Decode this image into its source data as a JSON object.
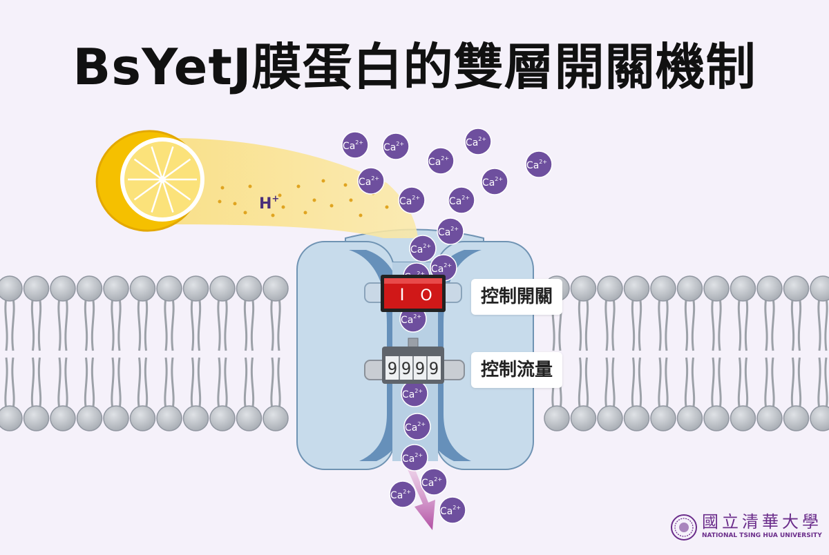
{
  "title": "BsYetJ膜蛋白的雙層開關機制",
  "proton": {
    "symbol": "H",
    "charge": "+"
  },
  "calcium": {
    "symbol": "Ca",
    "charge": "2+"
  },
  "switch": {
    "on": "I",
    "off": "O",
    "label": "控制開關"
  },
  "counter": {
    "digits": [
      "9",
      "9",
      "9",
      "9"
    ],
    "label": "控制流量"
  },
  "logo": {
    "name": "國立清華大學",
    "sub": "NATIONAL TSING HUA UNIVERSITY",
    "icon": "university-seal-icon"
  },
  "colors": {
    "background": "#f5f1fa",
    "lemon": "#f6c400",
    "lemon_flesh": "#fbe27a",
    "beam": "#f9e08a",
    "ion": "#6e4f9e",
    "protein_light": "#c7dbeb",
    "protein_dark": "#5f8fb8",
    "lipid_head": "#b8bcc2",
    "switch_red": "#d01818",
    "arrow": "#b14fa3"
  }
}
